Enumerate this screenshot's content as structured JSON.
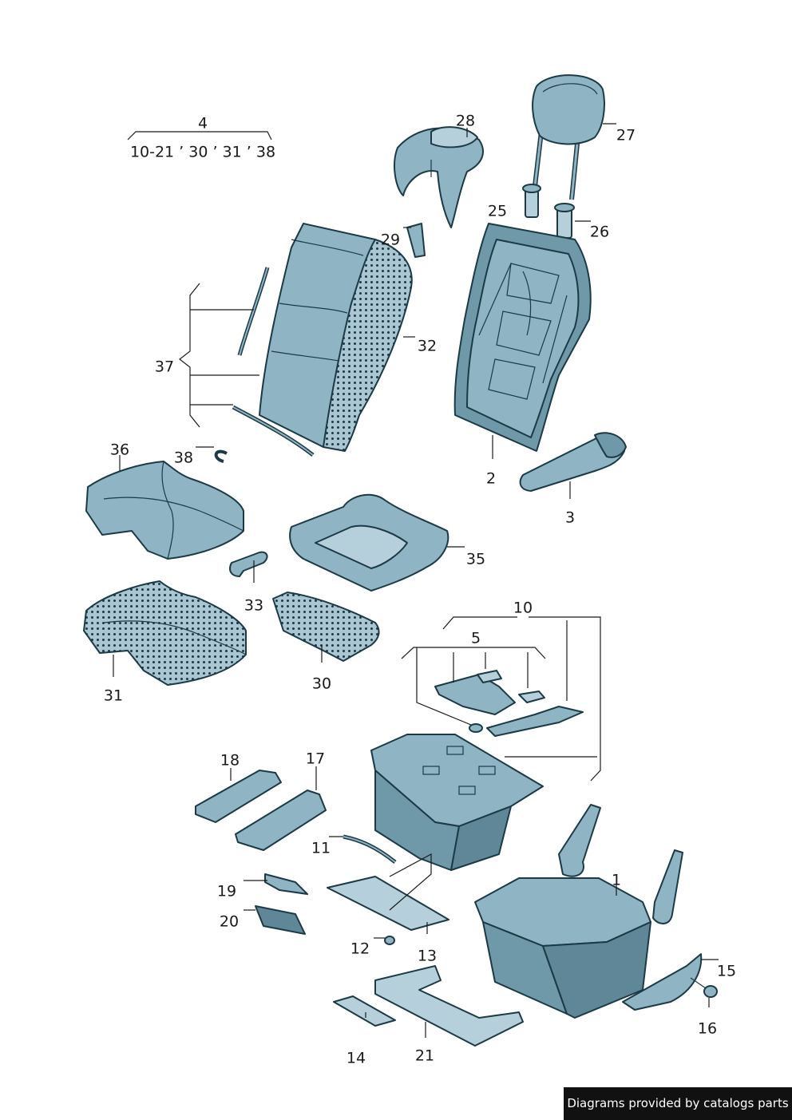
{
  "colors": {
    "part_fill": "#8fb4c3",
    "part_light": "#b5d0db",
    "part_dark": "#5f8797",
    "outline": "#1b3a46",
    "caption_bg": "#111111"
  },
  "labels": {
    "l1": "1",
    "l2": "2",
    "l3": "3",
    "l4": "4",
    "l4_range": "10-21  ’ 30 ’ 31 ’ 38",
    "l5": "5",
    "l10": "10",
    "l11": "11",
    "l12": "12",
    "l13": "13",
    "l14": "14",
    "l15": "15",
    "l16": "16",
    "l17": "17",
    "l18": "18",
    "l19": "19",
    "l20": "20",
    "l21": "21",
    "l25": "25",
    "l26": "26",
    "l27": "27",
    "l28": "28",
    "l29": "29",
    "l30": "30",
    "l31": "31",
    "l32": "32",
    "l33": "33",
    "l35": "35",
    "l36": "36",
    "l37": "37",
    "l38": "38"
  },
  "footer": {
    "caption": "Diagrams provided by catalogs parts"
  }
}
